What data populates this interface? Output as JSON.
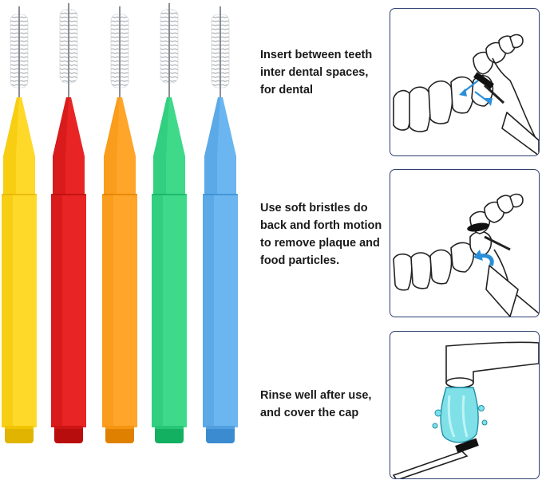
{
  "brushes": [
    {
      "name": "yellow",
      "color": "#ffd92a",
      "shade": "#f2c400",
      "dark": "#e0b400"
    },
    {
      "name": "red",
      "color": "#e82424",
      "shade": "#cc1414",
      "dark": "#b80d0d"
    },
    {
      "name": "orange",
      "color": "#ffa52a",
      "shade": "#f59510",
      "dark": "#e08000"
    },
    {
      "name": "green",
      "color": "#3fd98a",
      "shade": "#26c676",
      "dark": "#14b062"
    },
    {
      "name": "blue",
      "color": "#6bb6f0",
      "shade": "#519fe0",
      "dark": "#3b8bd0"
    }
  ],
  "steps": [
    {
      "text": "Insert between teeth\ninter dental spaces,\nfor dental",
      "icon": "insert-between-teeth-illustration"
    },
    {
      "text": "Use soft bristles do\nback and forth motion\nto remove plaque and\nfood particles.",
      "icon": "back-and-forth-motion-illustration"
    },
    {
      "text": "Rinse well after use,\nand cover the cap",
      "icon": "rinse-under-tap-illustration"
    }
  ],
  "colors": {
    "panel_border": "#2d3e70",
    "arrow": "#2a8fd8",
    "water": "#7fe0e8"
  }
}
